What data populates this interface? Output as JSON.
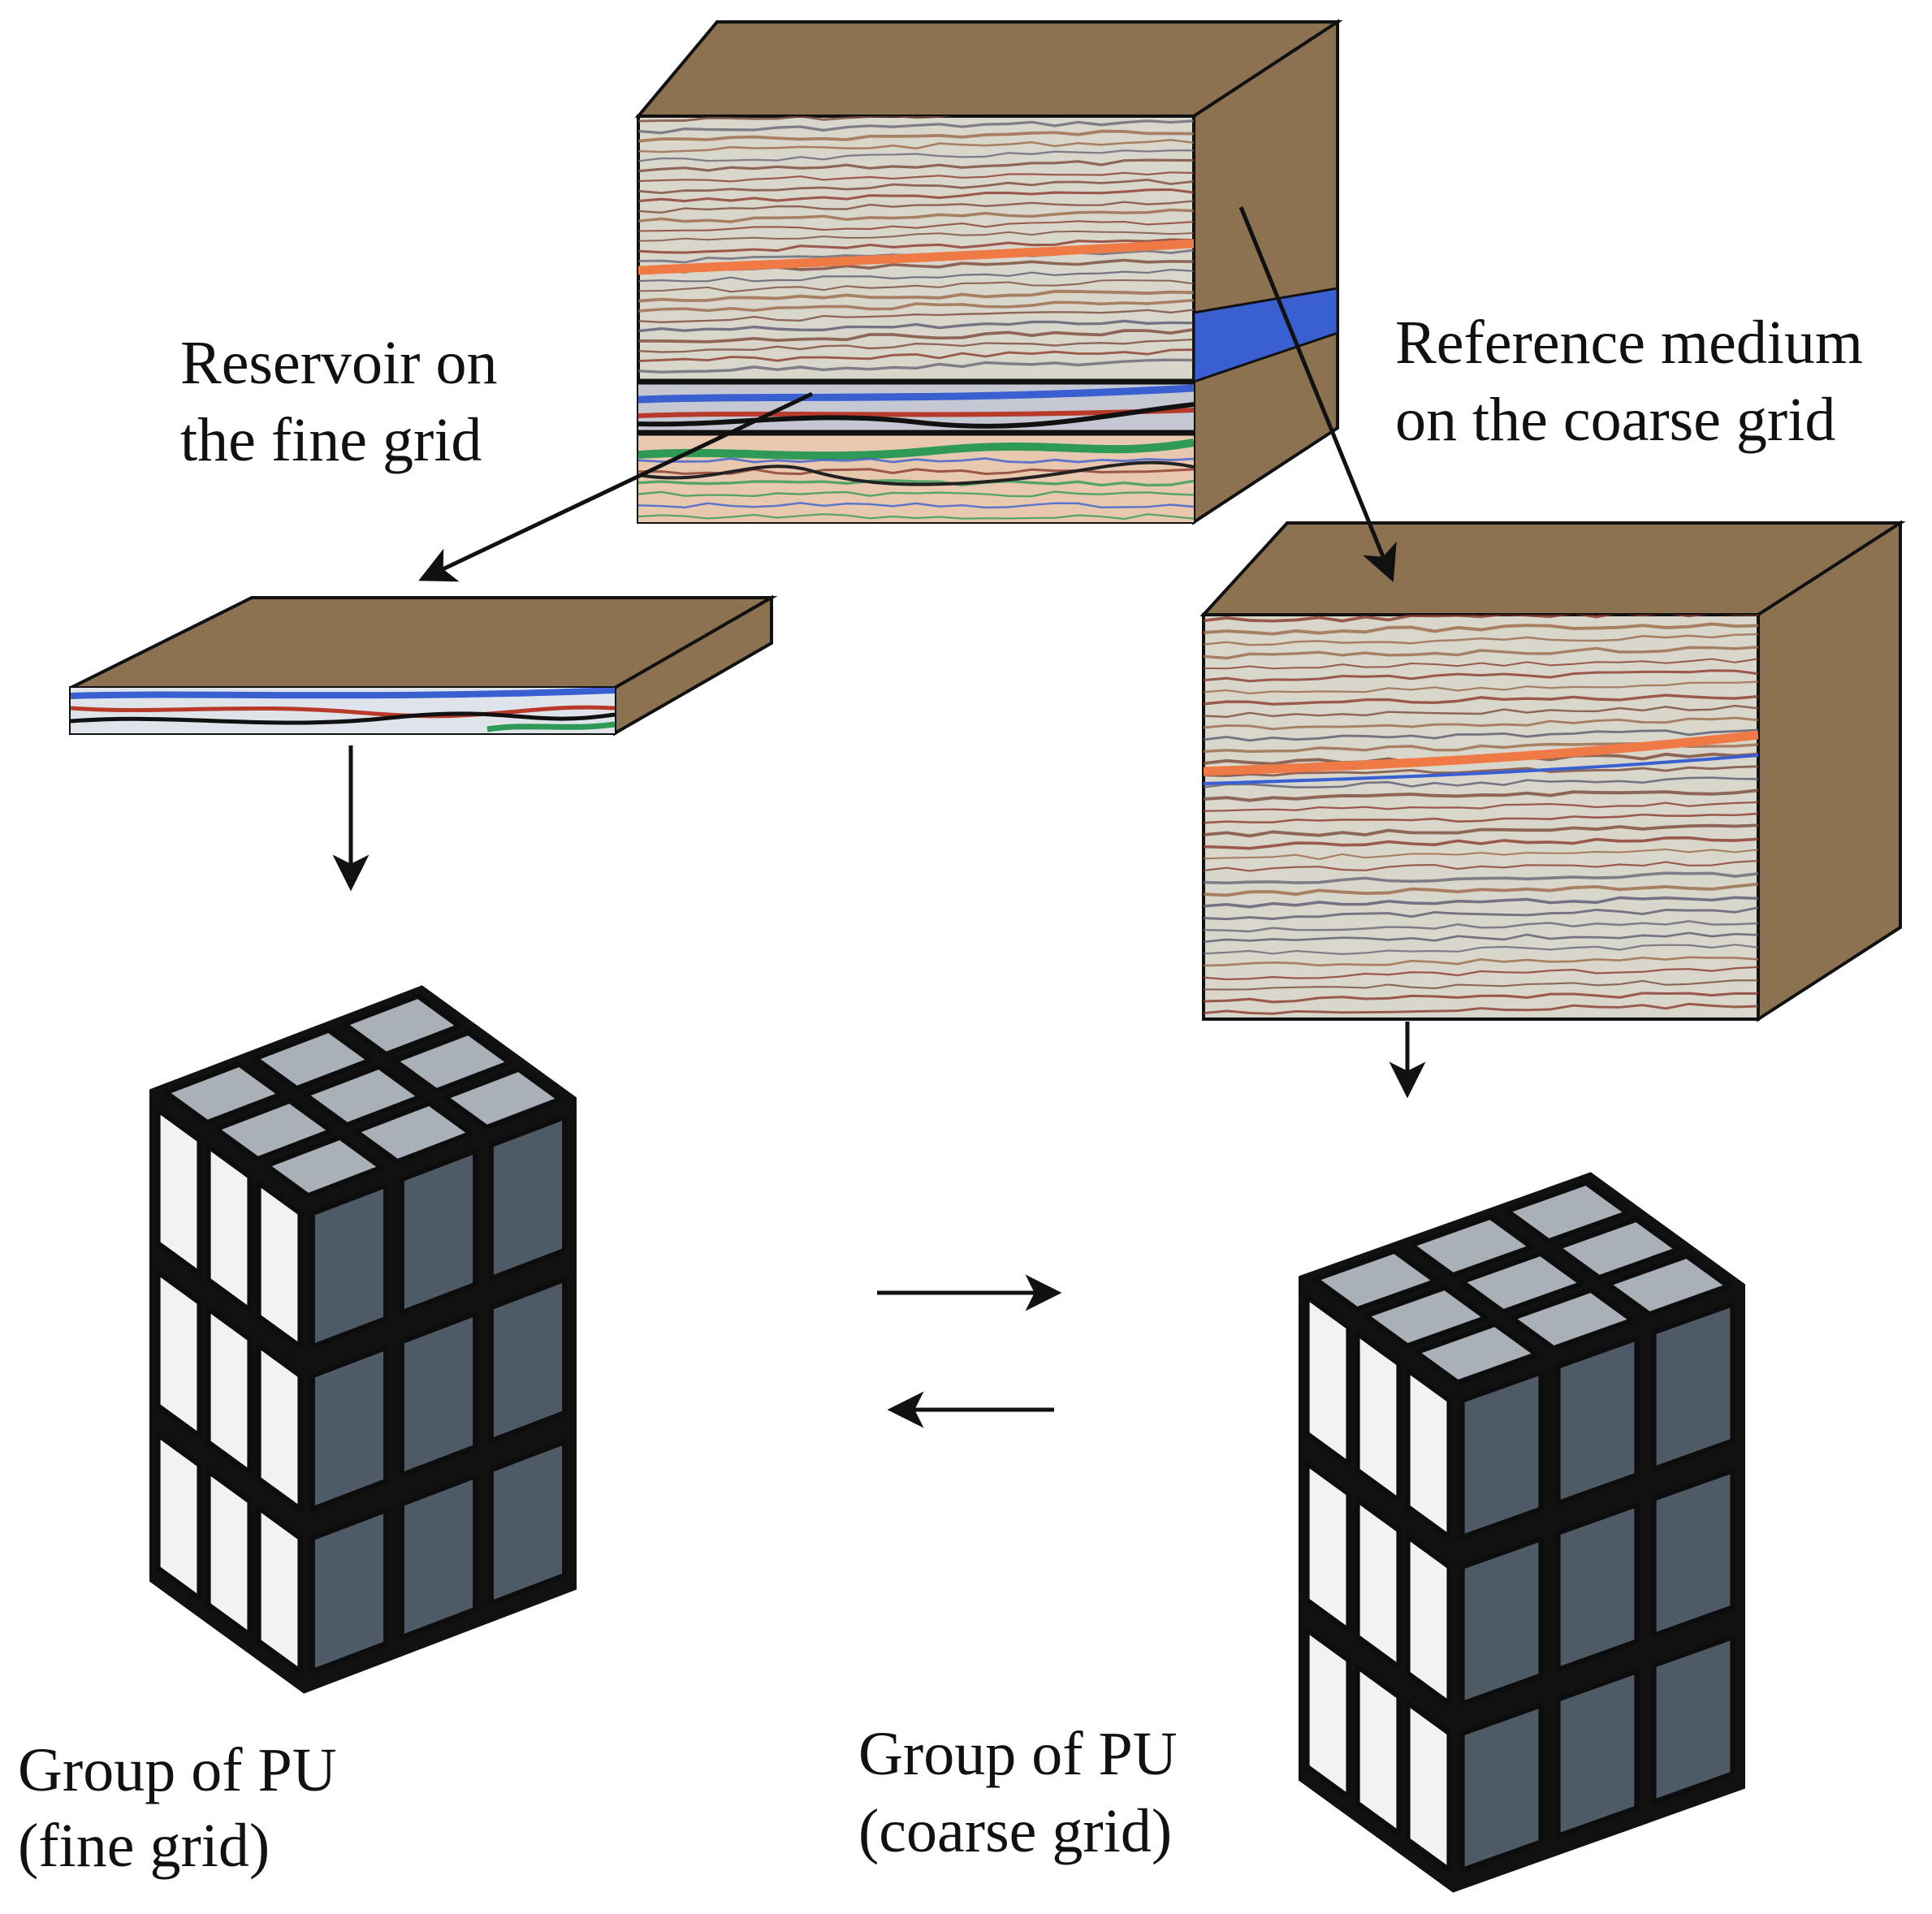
{
  "labels": {
    "reservoir_line1": "Reservoir on",
    "reservoir_line2": "the fine grid",
    "reference_line1": "Reference medium",
    "reference_line2": "on the coarse grid",
    "fine_group_line1": "Group of PU",
    "fine_group_line2": "(fine grid)",
    "coarse_group_line1": "Group of PU",
    "coarse_group_line2": "(coarse grid)"
  },
  "colors": {
    "block_brown": "#8c7250",
    "seismic_bg": "#d9d6cc",
    "horizon_orange": "#f07a45",
    "horizon_blue": "#3a5fd0",
    "horizon_red": "#b83a2a",
    "horizon_green": "#2f9a55",
    "cube_light": "#f2f2f2",
    "cube_top": "#a9b0b8",
    "cube_dark": "#4e5a66",
    "cube_border": "#0d0d0d"
  },
  "icons": [
    "seismic-block-icon",
    "reservoir-slab-icon",
    "rubiks-cube-icon",
    "arrow-icon"
  ]
}
